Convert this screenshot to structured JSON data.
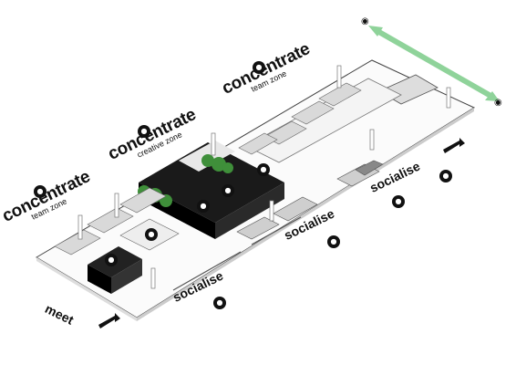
{
  "zones": {
    "concentrate_team_top": {
      "title": "concentrate",
      "subtitle": "team zone",
      "icon": "person-at-desk-icon"
    },
    "concentrate_creative": {
      "title": "concentrate",
      "subtitle": "creative zone",
      "icon": "group-icon"
    },
    "concentrate_team_left": {
      "title": "concentrate",
      "subtitle": "team zone",
      "icon": "person-at-desk-icon"
    },
    "socialise_center": {
      "title": "socialise",
      "icon": "group-icon"
    },
    "socialise_right": {
      "title": "socialise",
      "icon": "cup-icon"
    },
    "socialise_bottom": {
      "title": "socialise",
      "icon": "cutlery-icon"
    },
    "meet": {
      "title": "meet"
    }
  },
  "colors": {
    "view_line": "#8fd39a",
    "floor": "#ffffff",
    "walls": "#111111",
    "plants": "#3f8f3a",
    "grey_furniture": "#cfcfcf"
  }
}
